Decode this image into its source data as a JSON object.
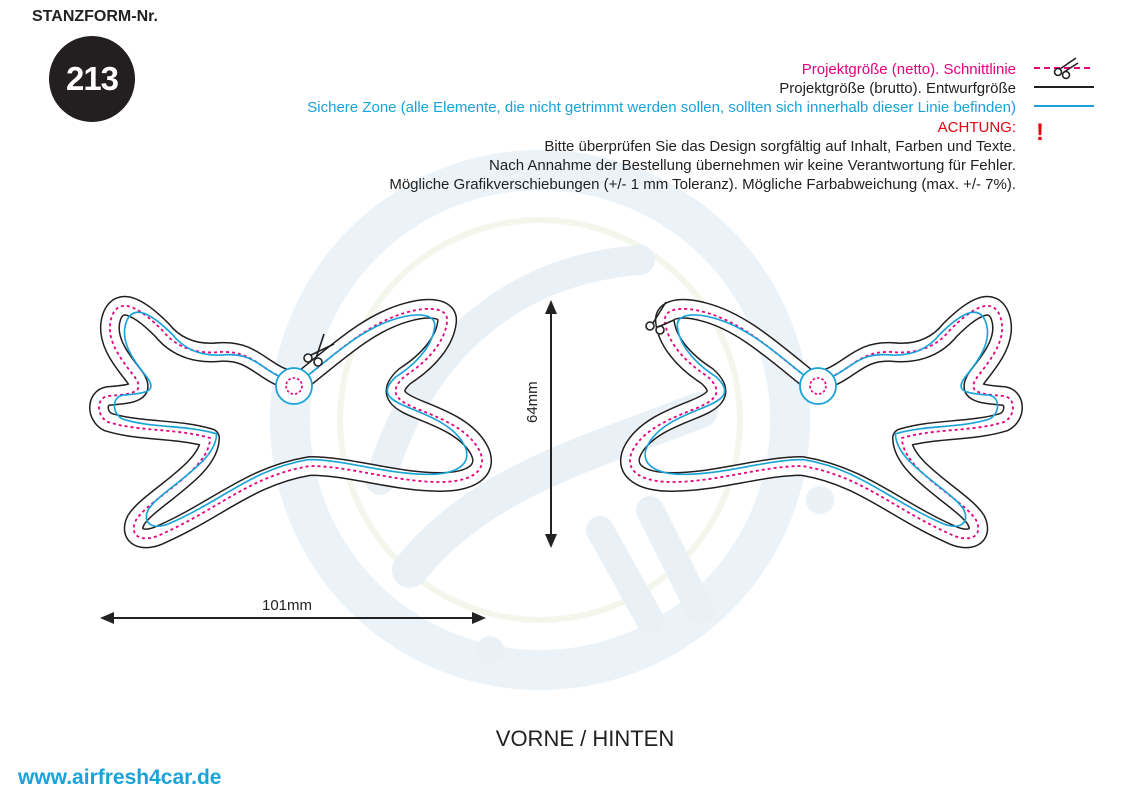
{
  "header": {
    "title": "STANZFORM-Nr.",
    "form_number": "213"
  },
  "legend": {
    "netto": "Projektgröße (netto). Schnittlinie",
    "brutto": "Projektgröße (brutto). Entwurfgröße",
    "safe_zone": "Sichere Zone (alle Elemente, die nicht getrimmt werden sollen, sollten sich innerhalb dieser Linie befinden)",
    "warning": "ACHTUNG:",
    "warning_mark": "!",
    "colors": {
      "cut": "#e6007e",
      "bleed": "#231f20",
      "safe": "#1aa3d9",
      "warning": "#e30613"
    }
  },
  "notes": [
    "Bitte überprüfen Sie das Design sorgfältig auf Inhalt, Farben und Texte.",
    "Nach Annahme der Bestellung übernehmen wir keine Verantwortung für Fehler.",
    "Mögliche Grafikverschiebungen (+/- 1 mm Toleranz). Mögliche Farbabweichung (max. +/- 7%)."
  ],
  "dimensions": {
    "width": "101mm",
    "height": "64mm"
  },
  "side_label": "VORNE / HINTEN",
  "footer": {
    "website": "www.airfresh4car.de"
  },
  "icons": {
    "cut_line": "scissors-icon",
    "warning": "exclamation-icon"
  }
}
